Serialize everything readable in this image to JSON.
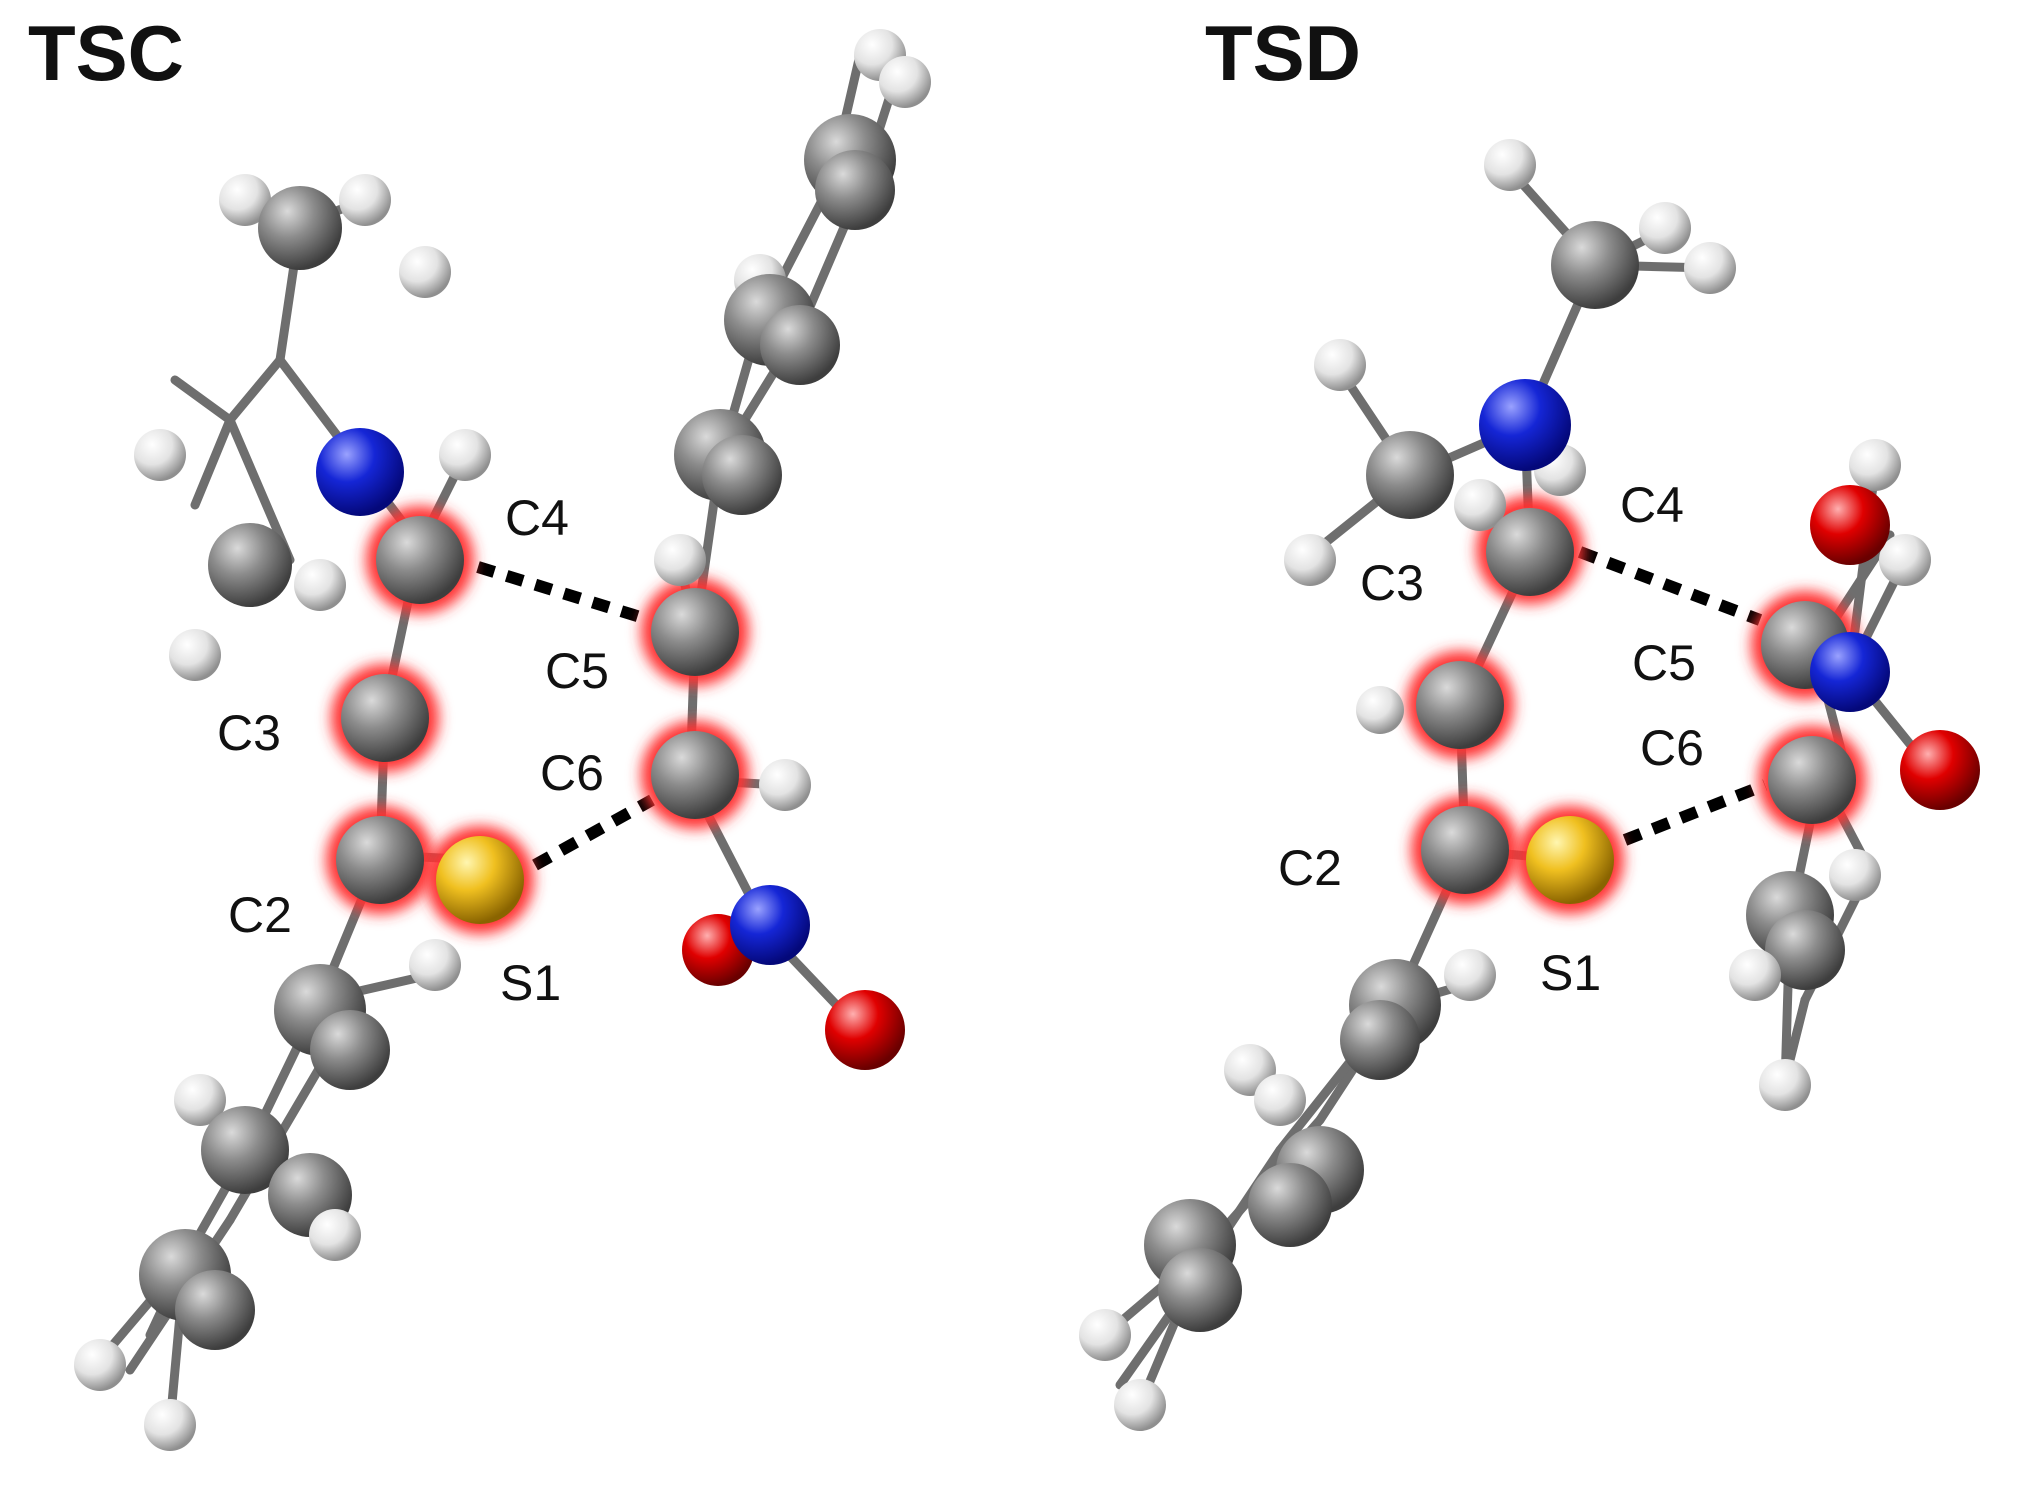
{
  "panels": [
    {
      "title": "TSC",
      "labels": {
        "C2": "C2",
        "C3": "C3",
        "C4": "C4",
        "C5": "C5",
        "C6": "C6",
        "S1": "S1"
      }
    },
    {
      "title": "TSD",
      "labels": {
        "C2": "C2",
        "C3": "C3",
        "C4": "C4",
        "C5": "C5",
        "C6": "C6",
        "S1": "S1"
      }
    }
  ],
  "colors": {
    "carbon": "#8a8a8a",
    "hydrogen": "#e6e6e6",
    "nitrogen": "#1626d8",
    "oxygen": "#e00000",
    "sulfur": "#f0c020",
    "highlight": "#ff3030",
    "bond": "#6e6e6e",
    "forming_bond": "#000000"
  }
}
